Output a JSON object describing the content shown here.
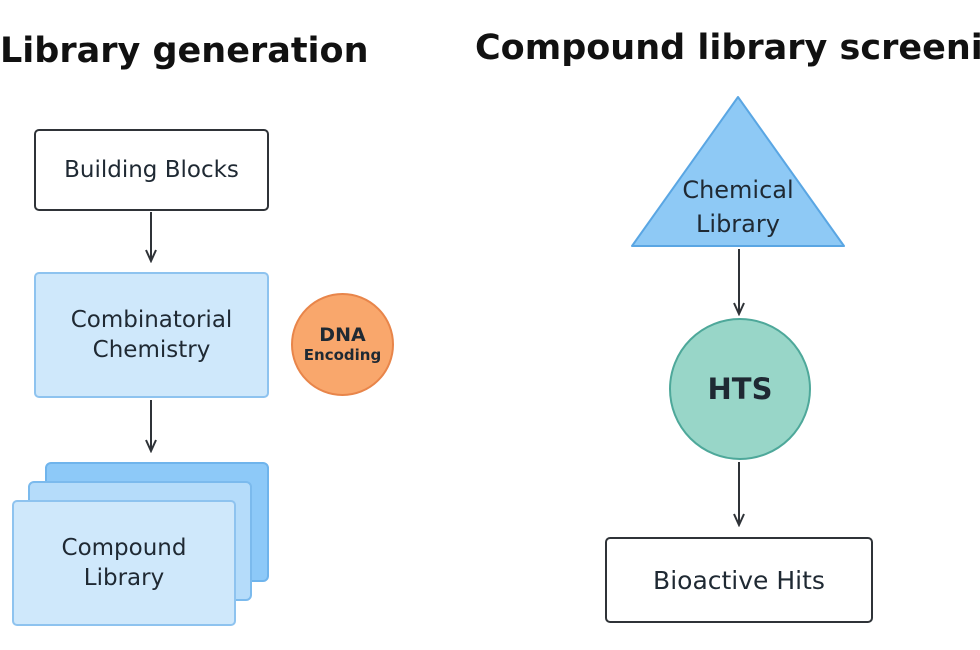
{
  "headings": {
    "left": "Library generation",
    "right": "Compound library screening"
  },
  "generation": {
    "building_blocks": "Building Blocks",
    "combinatorial_line1": "Combinatorial",
    "combinatorial_line2": "Chemistry",
    "compound_line1": "Compound",
    "compound_line2": "Library",
    "dna_line1": "DNA",
    "dna_line2": "Encoding"
  },
  "screening": {
    "chemical_line1": "Chemical",
    "chemical_line2": "Library",
    "hts": "HTS",
    "bioactive_hits": "Bioactive Hits"
  },
  "colors": {
    "box_light_blue": "#cfe8fb",
    "box_blue_border": "#8ec3ef",
    "stack_blue": "#8dc9f8",
    "triangle_blue": "#8ec9f5",
    "dna_orange": "#f9a76c",
    "hts_teal": "#98d6c8",
    "arrow_dark": "#2f3338"
  }
}
